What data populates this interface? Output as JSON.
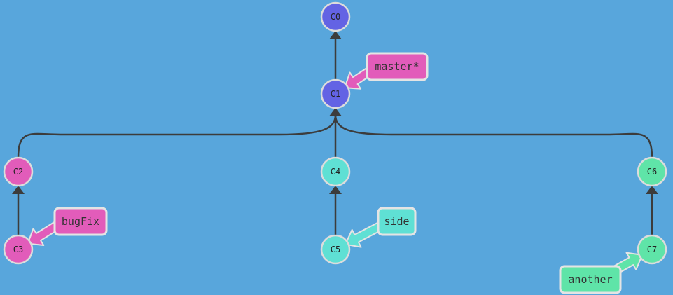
{
  "colors": {
    "background": "#58a6dc",
    "edge": "#3c3c3c",
    "node_stroke": "#dcdcdc",
    "label_stroke": "#e4e4e4",
    "main": "#6363e4",
    "pink": "#e25cba",
    "teal": "#5fe0d4",
    "green": "#5fe4a8"
  },
  "commits": [
    {
      "id": "C0",
      "color": "main"
    },
    {
      "id": "C1",
      "color": "main"
    },
    {
      "id": "C2",
      "color": "pink"
    },
    {
      "id": "C3",
      "color": "pink"
    },
    {
      "id": "C4",
      "color": "teal"
    },
    {
      "id": "C5",
      "color": "teal"
    },
    {
      "id": "C6",
      "color": "green"
    },
    {
      "id": "C7",
      "color": "green"
    }
  ],
  "edges": [
    {
      "from": "C1",
      "to": "C0"
    },
    {
      "from": "C2",
      "to": "C1"
    },
    {
      "from": "C4",
      "to": "C1"
    },
    {
      "from": "C6",
      "to": "C1"
    },
    {
      "from": "C3",
      "to": "C2"
    },
    {
      "from": "C5",
      "to": "C4"
    },
    {
      "from": "C7",
      "to": "C6"
    }
  ],
  "branches": [
    {
      "name": "master*",
      "target": "C1",
      "color": "pink"
    },
    {
      "name": "bugFix",
      "target": "C3",
      "color": "pink"
    },
    {
      "name": "side",
      "target": "C5",
      "color": "teal"
    },
    {
      "name": "another",
      "target": "C7",
      "color": "green"
    }
  ]
}
